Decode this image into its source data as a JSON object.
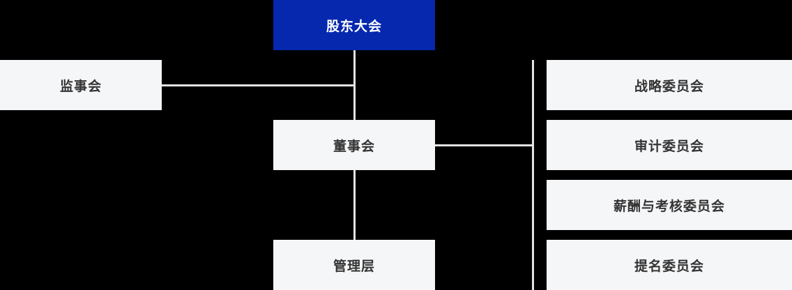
{
  "chart": {
    "title": "",
    "type": "org-chart",
    "colors": {
      "background": "#000000",
      "primary_node_bg": "#0528ae",
      "primary_node_text": "#ffffff",
      "node_bg": "#f5f6f8",
      "node_text": "#333333",
      "connector": "#e3e3e3"
    },
    "nodes": {
      "shareholders": "股东大会",
      "supervisors": "监事会",
      "board": "董事会",
      "management": "管理层"
    },
    "committees": [
      {
        "label": "战略委员会"
      },
      {
        "label": "审计委员会"
      },
      {
        "label": "薪酬与考核委员会"
      },
      {
        "label": "提名委员会"
      }
    ]
  }
}
